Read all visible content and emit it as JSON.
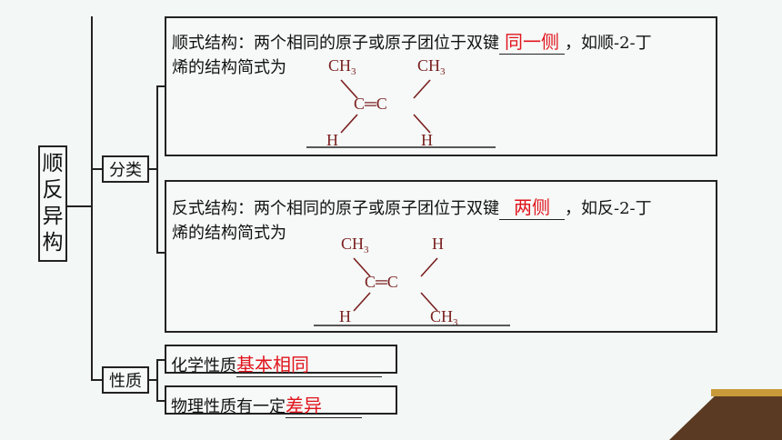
{
  "root": {
    "chars": [
      "顺",
      "反",
      "异",
      "构"
    ]
  },
  "branch1": {
    "label": "分类"
  },
  "branch2": {
    "label": "性质"
  },
  "cis": {
    "line1_prefix": "顺式结构：两个相同的原子或原子团位于双键",
    "answer": "同一侧",
    "line1_suffix": "，如顺-2-丁",
    "line2": "烯的结构简式为",
    "top_left": "CH",
    "top_right": "CH",
    "sub3": "3",
    "center": "C═C",
    "bottom_left": "H",
    "bottom_right": "H"
  },
  "trans": {
    "line1_prefix": "反式结构：两个相同的原子或原子团位于双键",
    "answer": "两侧",
    "line1_suffix": "，如反-2-丁",
    "line2": "烯的结构简式为",
    "top_left": "CH",
    "top_right": "H",
    "sub3": "3",
    "center": "C═C",
    "bottom_left": "H",
    "bottom_right": "CH"
  },
  "property1": {
    "prefix": "化学性质",
    "answer": "基本相同"
  },
  "property2": {
    "prefix": "物理性质有一定",
    "answer": "差异"
  },
  "colors": {
    "answer": "#e0141c",
    "chem": "#7a1f1f",
    "deco_dark": "#5a3a22",
    "deco_gold": "#c99a3a"
  }
}
